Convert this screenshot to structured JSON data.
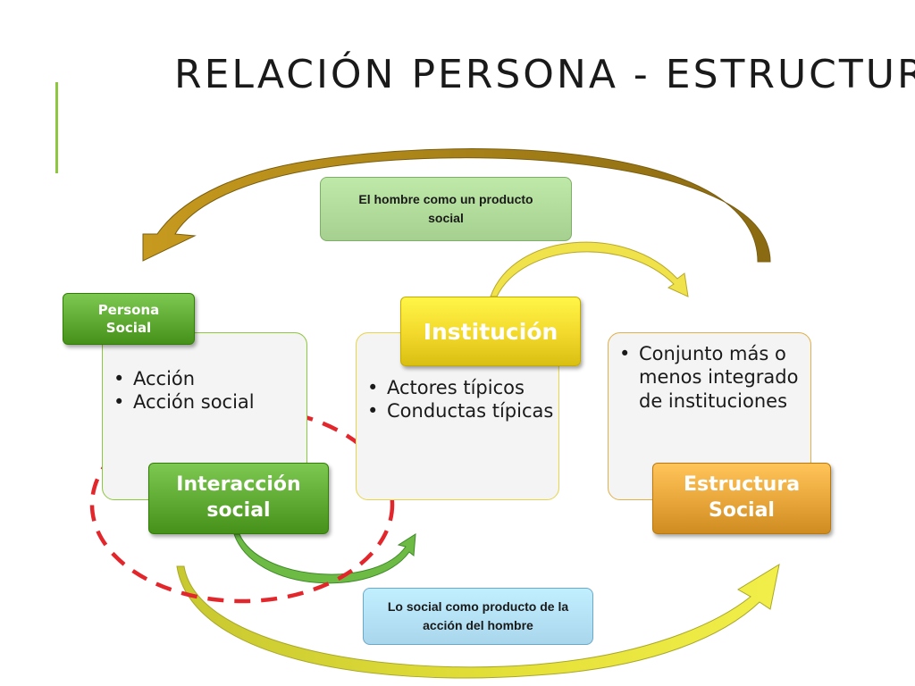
{
  "slide": {
    "title": "Relación persona - estructura",
    "accent_color": "#8dc63f"
  },
  "diagram": {
    "persona": {
      "tag": "Persona Social",
      "items": [
        "Acción",
        "Acción social"
      ],
      "label": "Interacción social",
      "tag_color": "#5faa32",
      "label_color": "#5faa32"
    },
    "institucion": {
      "label": "Institución",
      "items": [
        "Actores típicos",
        "Conductas típicas"
      ],
      "label_color": "#f2d82a"
    },
    "estructura": {
      "items": [
        "Conjunto más o menos integrado de instituciones"
      ],
      "label": "Estructura Social",
      "label_color": "#e8a63a"
    },
    "top_note": {
      "text": "El hombre como un producto social",
      "color": "#a6d08f"
    },
    "bottom_note": {
      "text": "Lo social como producto de la acción del hombre",
      "color": "#a9d6ec"
    },
    "highlight_color": "#e3262b"
  }
}
